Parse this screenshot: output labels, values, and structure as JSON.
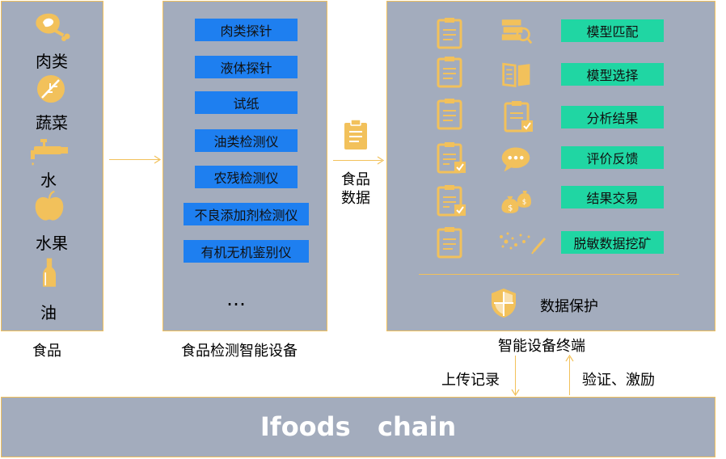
{
  "colors": {
    "panel": "#a3acbd",
    "accent": "#f2c15b",
    "blue": "#1e7ff0",
    "green": "#20d6a3",
    "chain_text": "#ffffff"
  },
  "food": {
    "caption": "食品",
    "items": [
      {
        "label": "肉类",
        "icon": "meat-icon"
      },
      {
        "label": "蔬菜",
        "icon": "leaf-icon"
      },
      {
        "label": "水",
        "icon": "faucet-icon"
      },
      {
        "label": "水果",
        "icon": "apple-icon"
      },
      {
        "label": "油",
        "icon": "bottle-icon"
      }
    ]
  },
  "device": {
    "caption": "食品检测智能设备",
    "buttons": [
      "肉类探针",
      "液体探针",
      "试纸",
      "油类检测仪",
      "农残检测仪",
      "不良添加剂检测仪",
      "有机无机鉴别仪"
    ],
    "ellipsis": "…"
  },
  "flow": {
    "data_label_line1": "食品",
    "data_label_line2": "数据"
  },
  "terminal": {
    "caption": "智能设备终端",
    "functions": [
      "模型匹配",
      "模型选择",
      "分析结果",
      "评价反馈",
      "结果交易",
      "脱敏数据挖矿"
    ],
    "protection": "数据保护"
  },
  "chain": {
    "upload": "上传记录",
    "verify": "验证、激励",
    "title": "Ifoods   chain"
  }
}
